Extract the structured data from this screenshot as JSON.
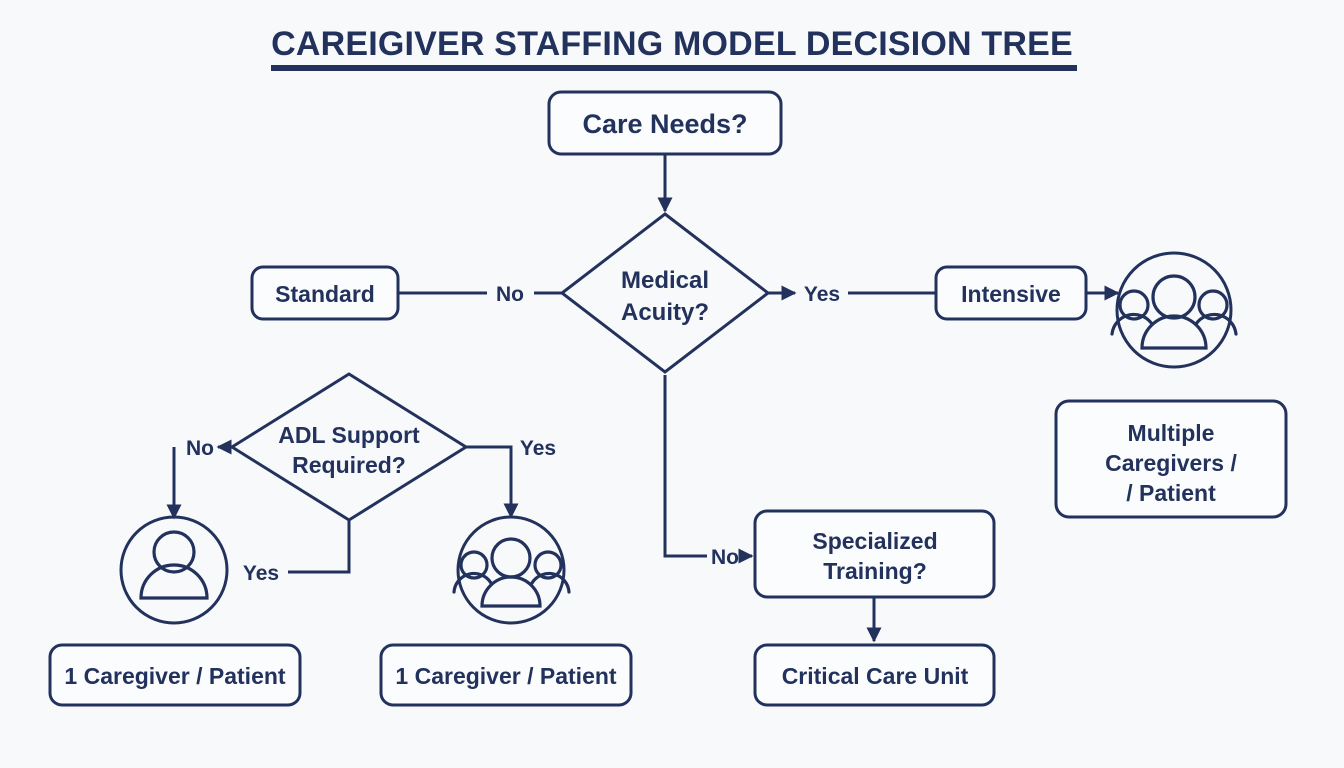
{
  "page": {
    "title": "CAREIGIVER STAFFING MODEL DECISION TREE",
    "background_color": "#f8f9fb",
    "accent_color": "#22325c"
  },
  "nodes": {
    "care_needs": "Care Needs?",
    "medical_acuity_line1": "Medical",
    "medical_acuity_line2": "Acuity?",
    "standard": "Standard",
    "intensive": "Intensive",
    "multiple_caregivers_line1": "Multiple",
    "multiple_caregivers_line2": "Caregivers /",
    "multiple_caregivers_line3": "/ Patient",
    "adl_support_line1": "ADL Support",
    "adl_support_line2": "Required?",
    "one_caregiver_left": "1 Caregiver / Patient",
    "one_caregiver_middle": "1 Caregiver / Patient",
    "specialized_training_line1": "Specialized",
    "specialized_training_line2": "Training?",
    "critical_care_unit": "Critical Care Unit"
  },
  "edge_labels": {
    "acuity_no": "No",
    "acuity_yes": "Yes",
    "acuity_bottom_no": "No",
    "adl_no": "No",
    "adl_yes_right": "Yes",
    "adl_yes_bottom": "Yes"
  },
  "icons": {
    "group_right": "group-of-people-icon",
    "single_person": "single-person-icon",
    "group_middle": "group-of-people-icon"
  }
}
